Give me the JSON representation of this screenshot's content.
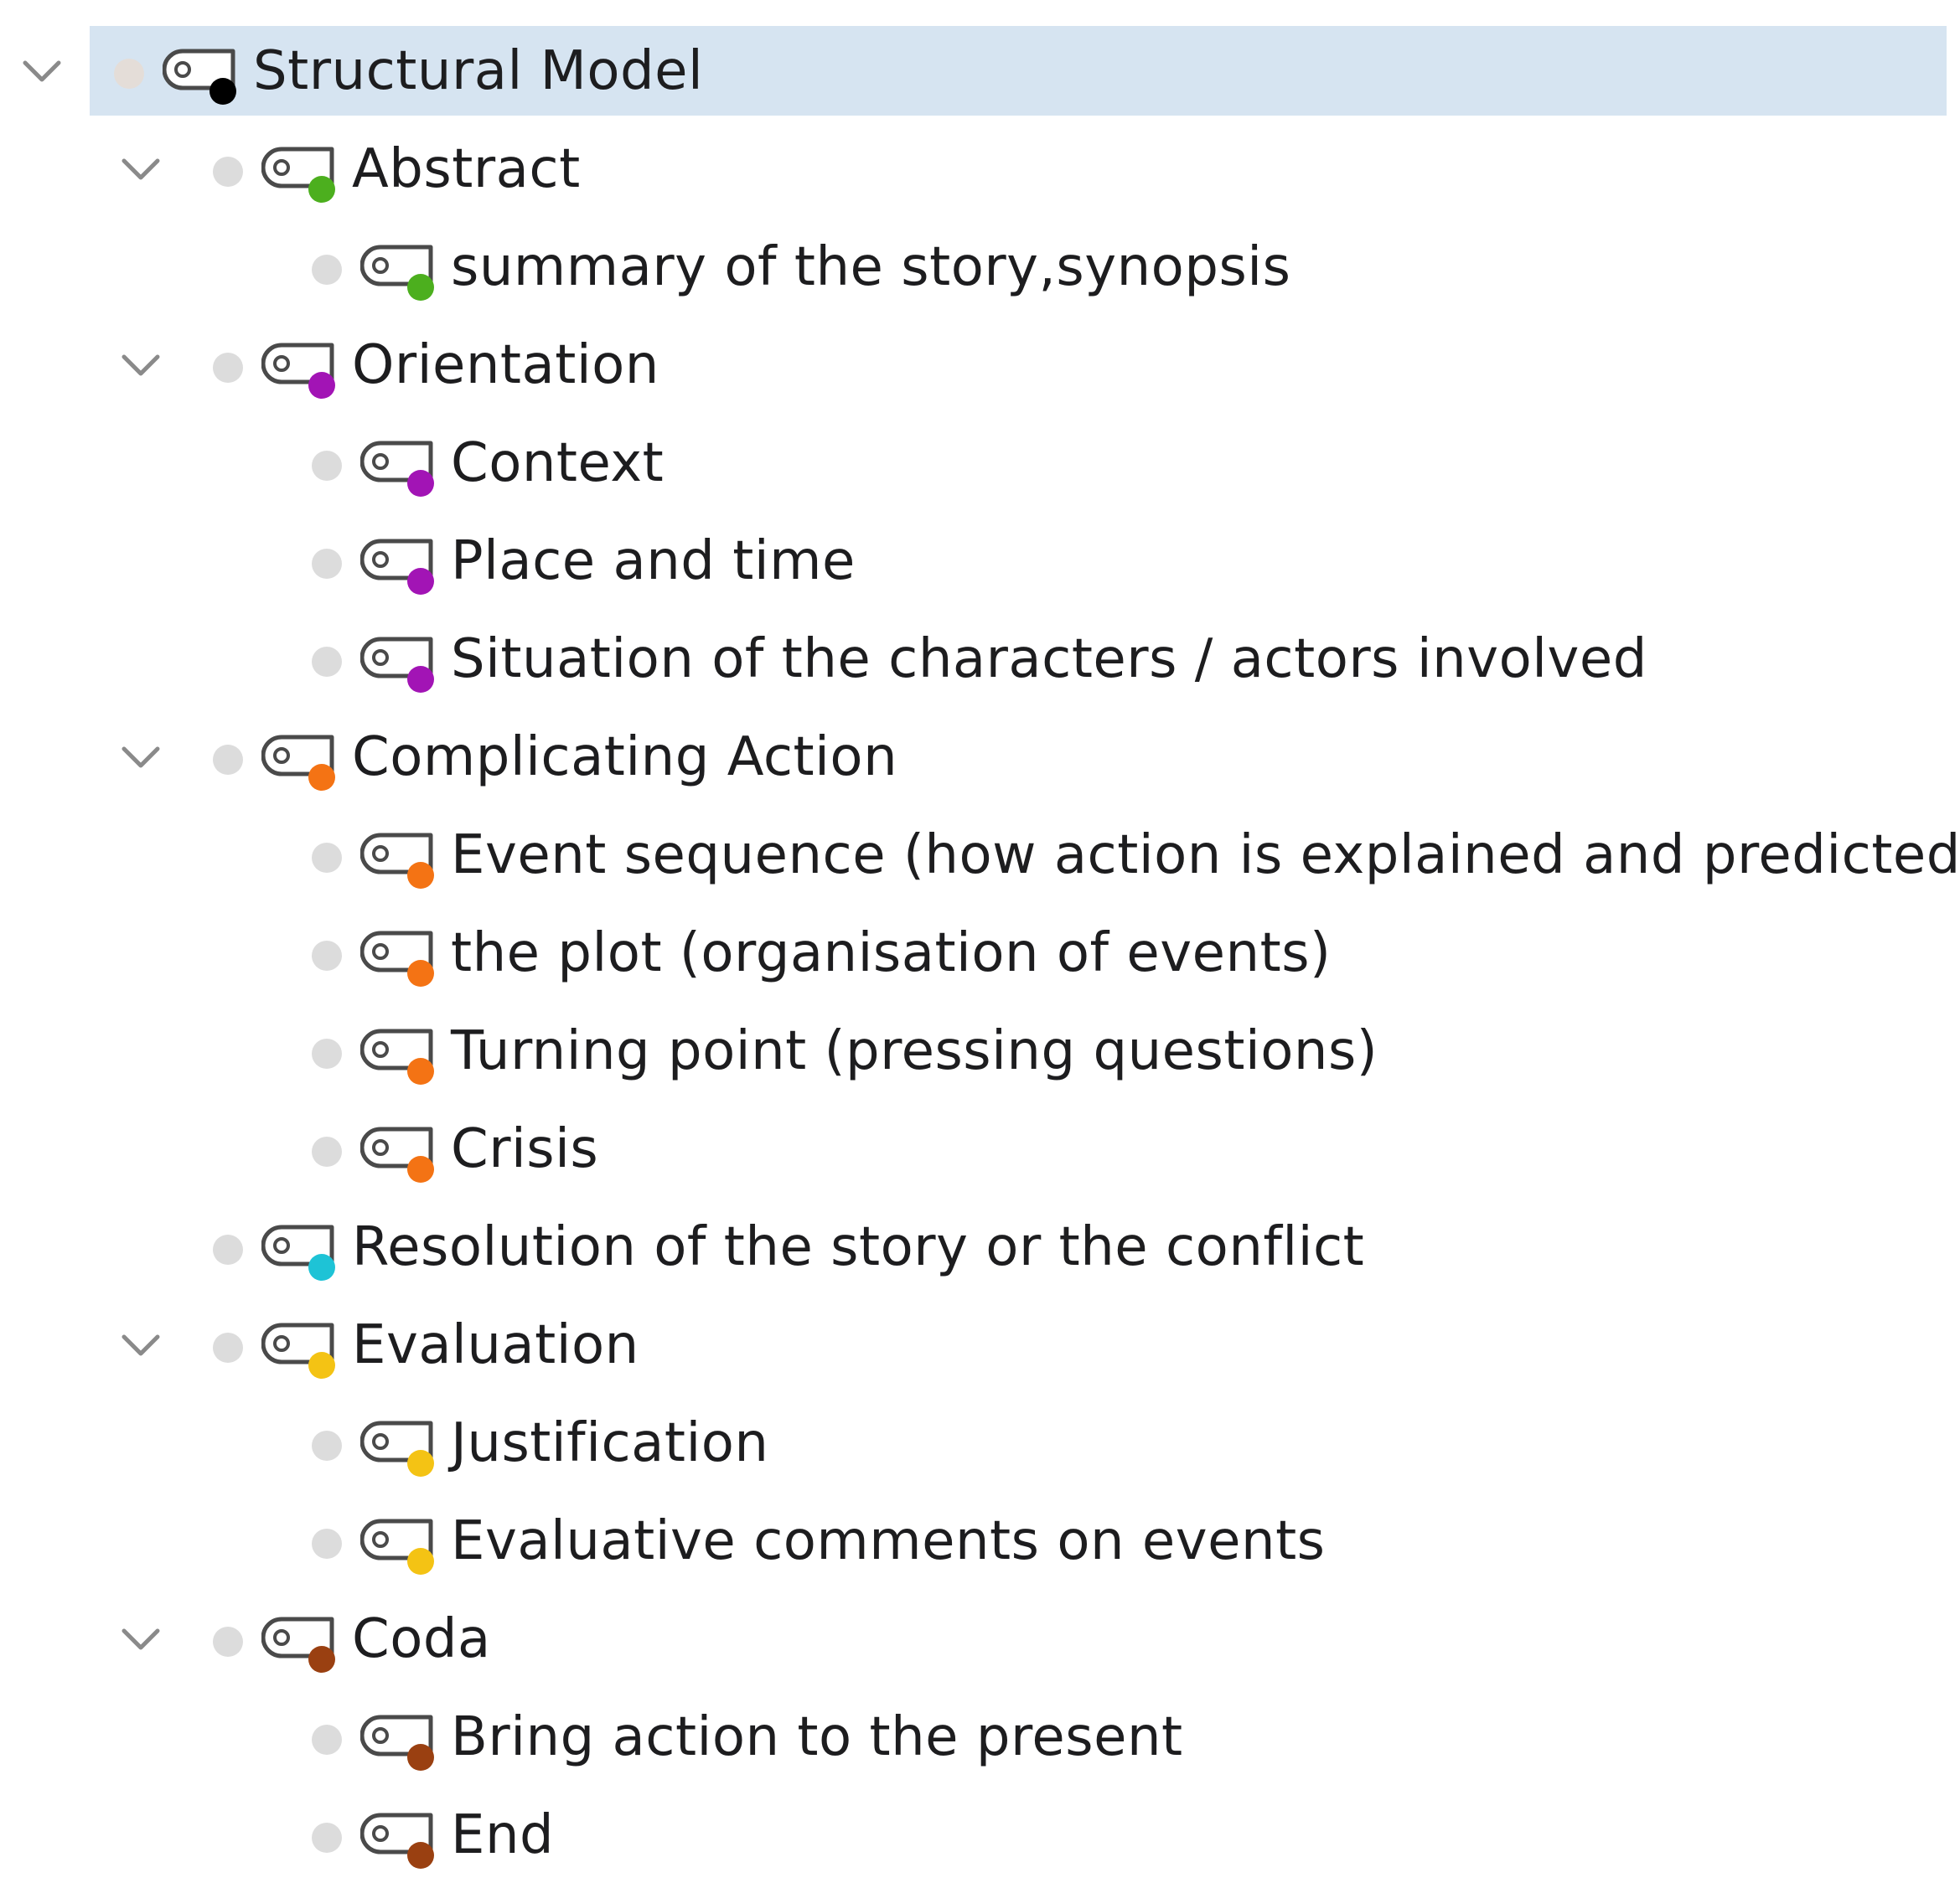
{
  "tree": {
    "nodes": [
      {
        "label": "Structural Model",
        "level": 0,
        "expanded": true,
        "selected": true,
        "color": "#000000"
      },
      {
        "label": "Abstract",
        "level": 1,
        "expanded": true,
        "color": "#4caf1e"
      },
      {
        "label": "summary of the story,synopsis",
        "level": 2,
        "color": "#4caf1e"
      },
      {
        "label": "Orientation",
        "level": 1,
        "expanded": true,
        "color": "#a214b5"
      },
      {
        "label": "Context",
        "level": 2,
        "color": "#a214b5"
      },
      {
        "label": "Place and time",
        "level": 2,
        "color": "#a214b5"
      },
      {
        "label": "Situation of the characters / actors involved",
        "level": 2,
        "color": "#a214b5"
      },
      {
        "label": "Complicating Action",
        "level": 1,
        "expanded": true,
        "color": "#f47314"
      },
      {
        "label": "Event sequence (how action is explained and predicted)",
        "level": 2,
        "color": "#f47314"
      },
      {
        "label": "the plot (organisation of events)",
        "level": 2,
        "color": "#f47314"
      },
      {
        "label": "Turning point (pressing questions)",
        "level": 2,
        "color": "#f47314"
      },
      {
        "label": "Crisis",
        "level": 2,
        "color": "#f47314"
      },
      {
        "label": "Resolution of the story or the conflict",
        "level": 1,
        "color": "#1ec3d6"
      },
      {
        "label": "Evaluation",
        "level": 1,
        "expanded": true,
        "color": "#f4c314"
      },
      {
        "label": "Justification",
        "level": 2,
        "color": "#f4c314"
      },
      {
        "label": "Evaluative comments on events",
        "level": 2,
        "color": "#f4c314"
      },
      {
        "label": "Coda",
        "level": 1,
        "expanded": true,
        "color": "#9a4011"
      },
      {
        "label": "Bring action to the present",
        "level": 2,
        "color": "#9a4011"
      },
      {
        "label": "End",
        "level": 2,
        "color": "#9a4011"
      }
    ]
  },
  "icons": {
    "chevron": "chevron-down-icon",
    "code": "code-tag-icon",
    "status": "status-dot-icon"
  }
}
